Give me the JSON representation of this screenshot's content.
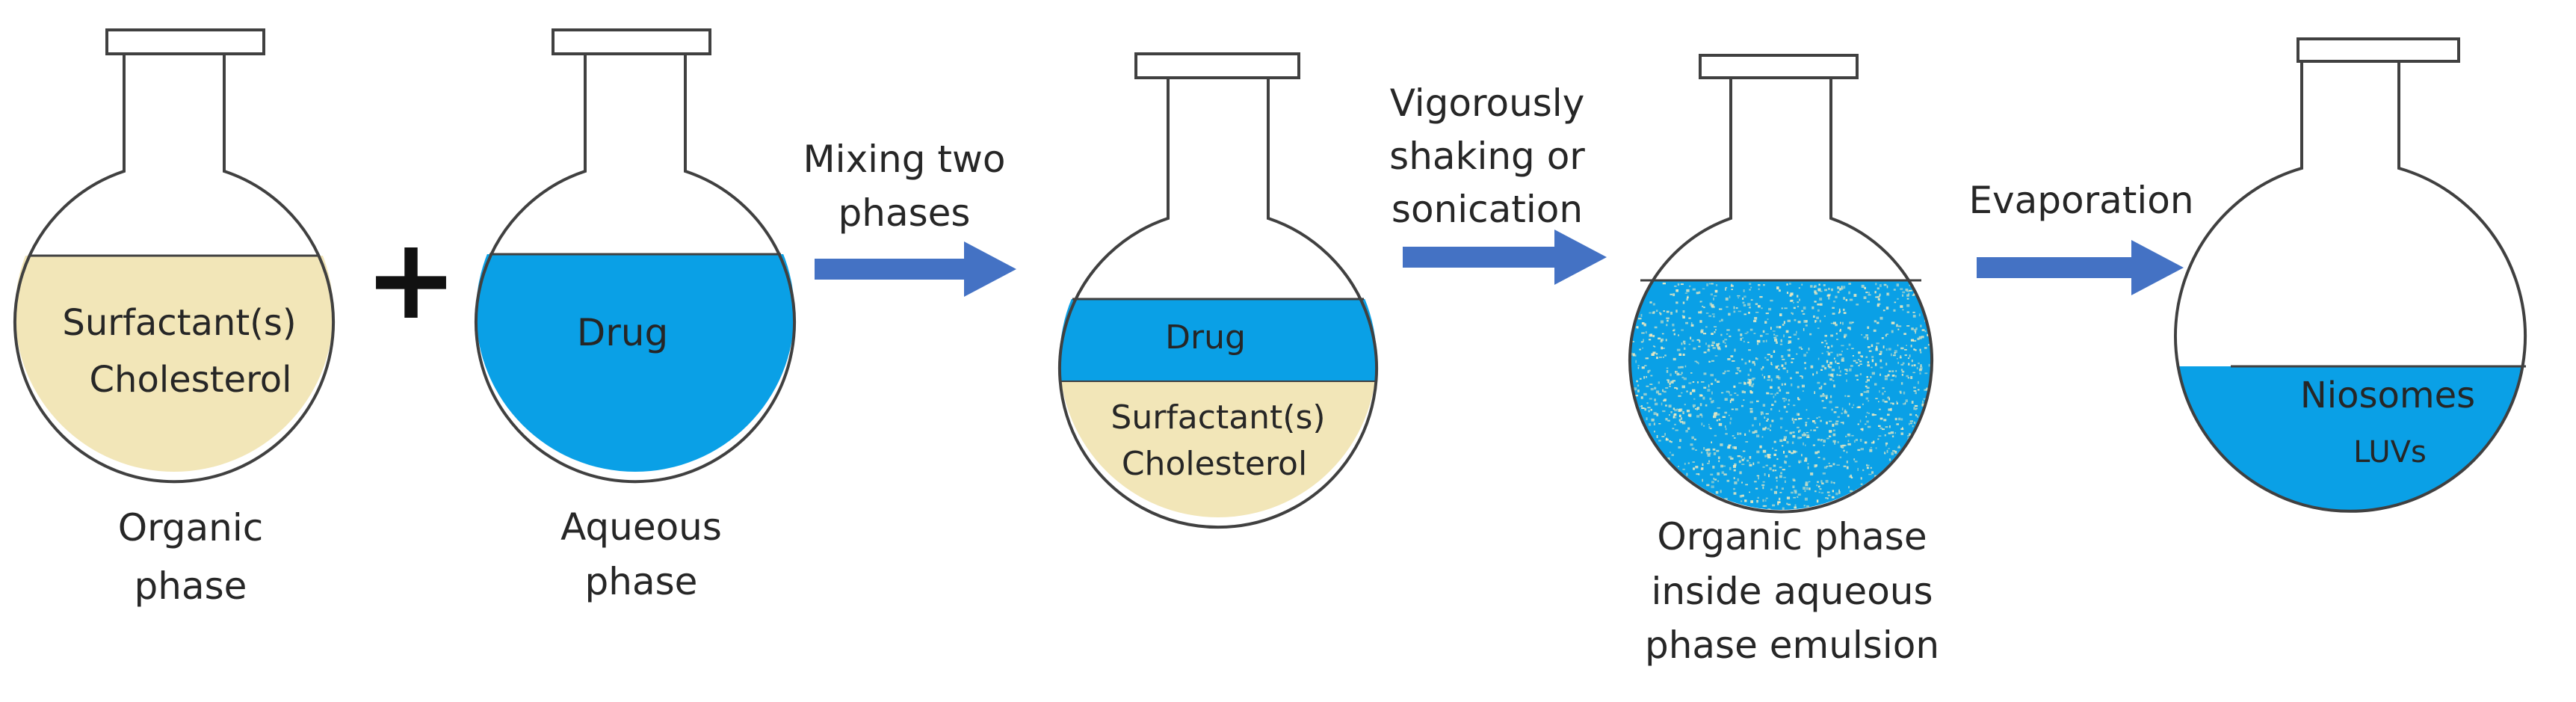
{
  "flasks": [
    {
      "name": "organic",
      "contents": [
        "Surfactant(s)",
        "Cholesterol"
      ],
      "caption": [
        "Organic",
        "phase"
      ]
    },
    {
      "name": "aqueous",
      "contents": [
        "Drug"
      ],
      "caption": [
        "Aqueous",
        "phase"
      ]
    },
    {
      "name": "mixed",
      "contents": [
        "Drug",
        "Surfactant(s)",
        "Cholesterol"
      ],
      "caption": []
    },
    {
      "name": "emulsion",
      "contents": [],
      "caption": [
        "Organic phase",
        "inside aqueous",
        "phase emulsion"
      ]
    },
    {
      "name": "niosomes",
      "contents": [
        "Niosomes",
        "LUVs"
      ],
      "caption": []
    }
  ],
  "plus": "+",
  "steps": [
    {
      "lines": [
        "Mixing two",
        "phases"
      ]
    },
    {
      "lines": [
        "Vigorously",
        "shaking or",
        "sonication"
      ]
    },
    {
      "lines": [
        "Evaporation"
      ]
    }
  ],
  "colors": {
    "organic": "#F2E6B8",
    "aqueous": "#0AA0E6",
    "arrow": "#4472C4",
    "outline": "#404040",
    "speckle": "#F0EBC0"
  }
}
